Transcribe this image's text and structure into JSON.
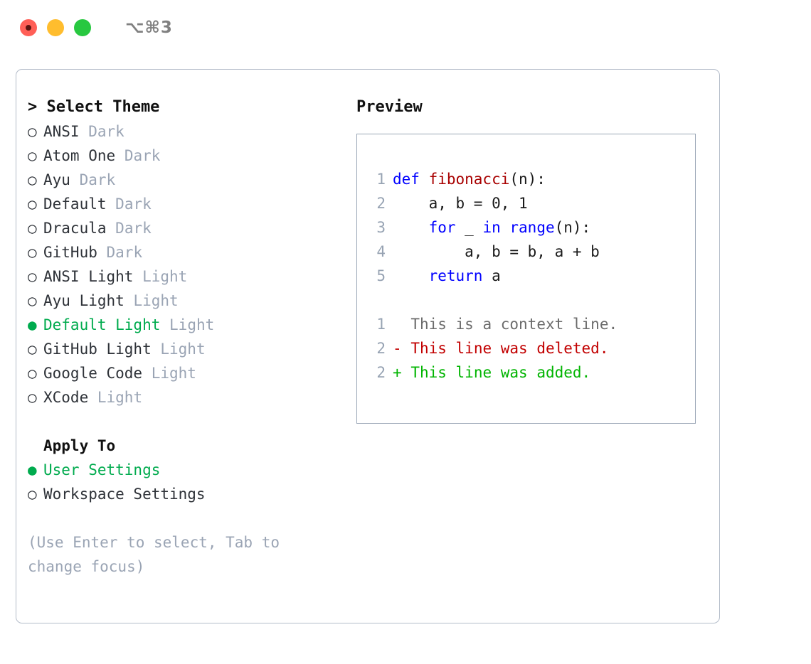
{
  "window": {
    "shortcut": "⌥⌘3",
    "traffic_lights": [
      "close-red",
      "minimize-yellow",
      "maximize-green"
    ],
    "colors": {
      "accent_green": "#00ab4e",
      "muted_gray": "#9aa4b4",
      "keyword_blue": "#0000ff",
      "function_red": "#a80000",
      "diff_delete_red": "#c20000",
      "diff_add_green": "#00b400",
      "panel_border": "#b3bcc9",
      "preview_border": "#9aa6b6"
    }
  },
  "theme_picker": {
    "header": "> Select Theme",
    "header_prefix": ">",
    "header_text": "Select Theme",
    "items": [
      {
        "marker": "○",
        "label": "ANSI",
        "kind": "Dark",
        "selected": false
      },
      {
        "marker": "○",
        "label": "Atom One",
        "kind": "Dark",
        "selected": false
      },
      {
        "marker": "○",
        "label": "Ayu",
        "kind": "Dark",
        "selected": false
      },
      {
        "marker": "○",
        "label": "Default",
        "kind": "Dark",
        "selected": false
      },
      {
        "marker": "○",
        "label": "Dracula",
        "kind": "Dark",
        "selected": false
      },
      {
        "marker": "○",
        "label": "GitHub",
        "kind": "Dark",
        "selected": false
      },
      {
        "marker": "○",
        "label": "ANSI Light",
        "kind": "Light",
        "selected": false
      },
      {
        "marker": "○",
        "label": "Ayu Light",
        "kind": "Light",
        "selected": false
      },
      {
        "marker": "●",
        "label": "Default Light",
        "kind": "Light",
        "selected": true
      },
      {
        "marker": "○",
        "label": "GitHub Light",
        "kind": "Light",
        "selected": false
      },
      {
        "marker": "○",
        "label": "Google Code",
        "kind": "Light",
        "selected": false
      },
      {
        "marker": "○",
        "label": "XCode",
        "kind": "Light",
        "selected": false
      }
    ]
  },
  "apply_to": {
    "header": "Apply To",
    "items": [
      {
        "marker": "●",
        "label": "User Settings",
        "selected": true
      },
      {
        "marker": "○",
        "label": "Workspace Settings",
        "selected": false
      }
    ]
  },
  "hint": "(Use Enter to select, Tab to change focus)",
  "preview": {
    "title": "Preview",
    "code_lines": [
      {
        "num": "1",
        "tokens": [
          {
            "t": "def ",
            "c": "kw"
          },
          {
            "t": "fibonacci",
            "c": "fn"
          },
          {
            "t": "(n):",
            "c": "plain"
          }
        ]
      },
      {
        "num": "2",
        "tokens": [
          {
            "t": "    a, b = 0, 1",
            "c": "plain"
          }
        ]
      },
      {
        "num": "3",
        "tokens": [
          {
            "t": "    ",
            "c": "plain"
          },
          {
            "t": "for",
            "c": "kw"
          },
          {
            "t": " _ ",
            "c": "plain"
          },
          {
            "t": "in ",
            "c": "kw"
          },
          {
            "t": "range",
            "c": "kw"
          },
          {
            "t": "(n):",
            "c": "plain"
          }
        ]
      },
      {
        "num": "4",
        "tokens": [
          {
            "t": "        a, b = b, a + b",
            "c": "plain"
          }
        ]
      },
      {
        "num": "5",
        "tokens": [
          {
            "t": "    ",
            "c": "plain"
          },
          {
            "t": "return",
            "c": "kw"
          },
          {
            "t": " a",
            "c": "plain"
          }
        ]
      }
    ],
    "diff_lines": [
      {
        "num": "1",
        "sign": " ",
        "text": "This is a context line.",
        "kind": "context"
      },
      {
        "num": "2",
        "sign": "-",
        "text": "This line was deleted.",
        "kind": "delete"
      },
      {
        "num": "2",
        "sign": "+",
        "text": "This line was added.",
        "kind": "add"
      }
    ]
  }
}
